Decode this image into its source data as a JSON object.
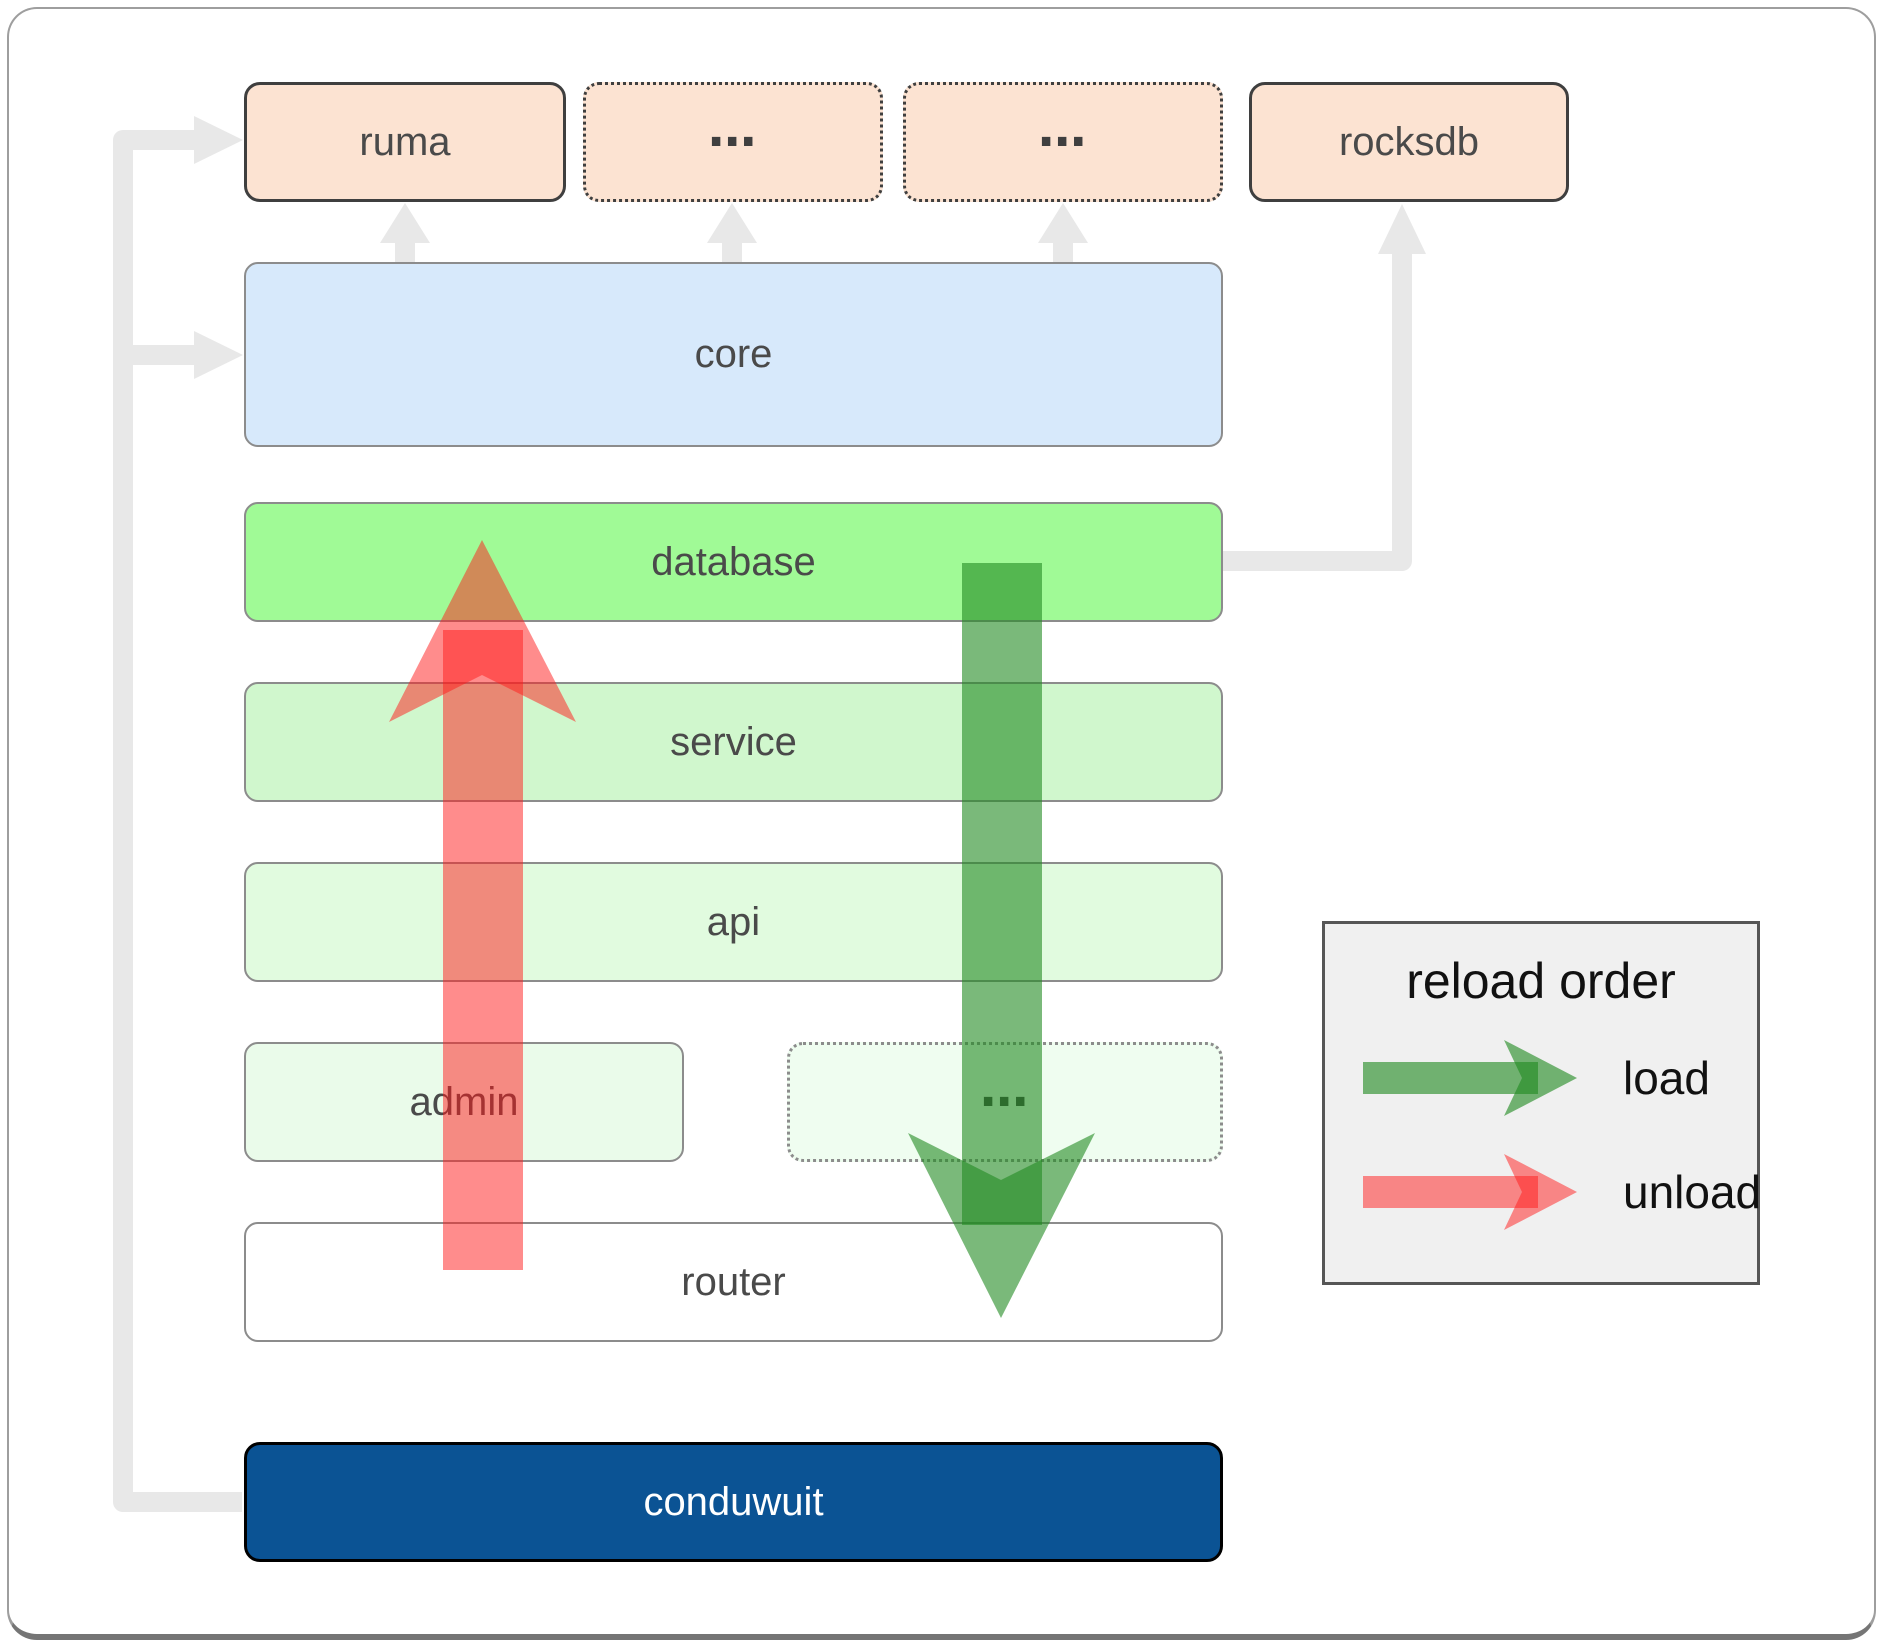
{
  "nodes": {
    "ruma": {
      "label": "ruma"
    },
    "ellipsis_top_1": {
      "label": "⋯"
    },
    "ellipsis_top_2": {
      "label": "⋯"
    },
    "rocksdb": {
      "label": "rocksdb"
    },
    "core": {
      "label": "core"
    },
    "database": {
      "label": "database"
    },
    "service": {
      "label": "service"
    },
    "api": {
      "label": "api"
    },
    "admin": {
      "label": "admin"
    },
    "ellipsis_admin": {
      "label": "⋯"
    },
    "router": {
      "label": "router"
    },
    "conduwuit": {
      "label": "conduwuit"
    }
  },
  "legend": {
    "title": "reload order",
    "items": [
      {
        "label": "load",
        "color": "#228b22"
      },
      {
        "label": "unload",
        "color": "#ff1a1a"
      }
    ]
  },
  "colors": {
    "load_arrow": "#228b22",
    "unload_arrow": "#ff1a1a",
    "connector_gray": "#e8e8e8",
    "conduwuit_fill": "#0b5394",
    "core_fill": "#d7e9fb",
    "database_fill": "#a0fa96",
    "service_fill": "#d0f7cd",
    "api_fill": "#e1fbdf",
    "admin_fill": "#eafbea",
    "peach_fill": "#fce3d2",
    "legend_bg": "#f0f0f0"
  }
}
